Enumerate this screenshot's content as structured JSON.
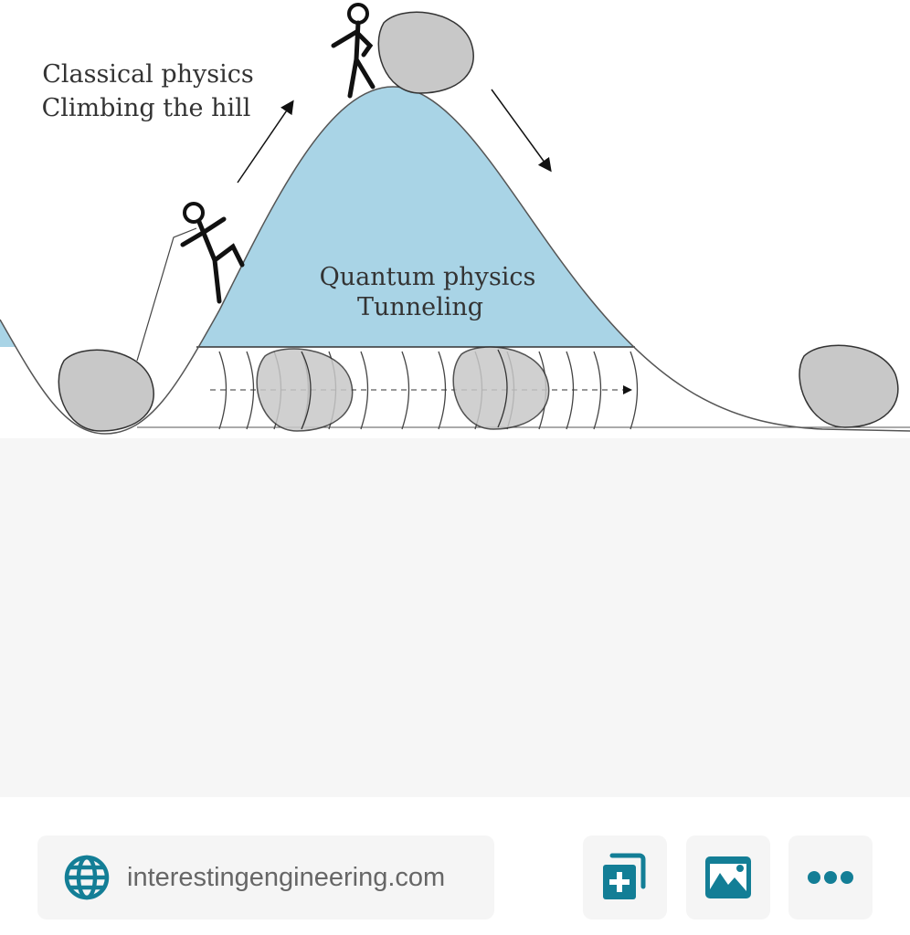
{
  "image": {
    "label_classical_line1": "Classical physics",
    "label_classical_line2": "Climbing the hill",
    "label_quantum_line1": "Quantum physics",
    "label_quantum_line2": "Tunneling"
  },
  "footer": {
    "source_domain": "interestingengineering.com",
    "icons": [
      "globe-icon",
      "add-to-collection-icon",
      "image-icon",
      "more-icon"
    ],
    "accent_color": "#137e96"
  }
}
